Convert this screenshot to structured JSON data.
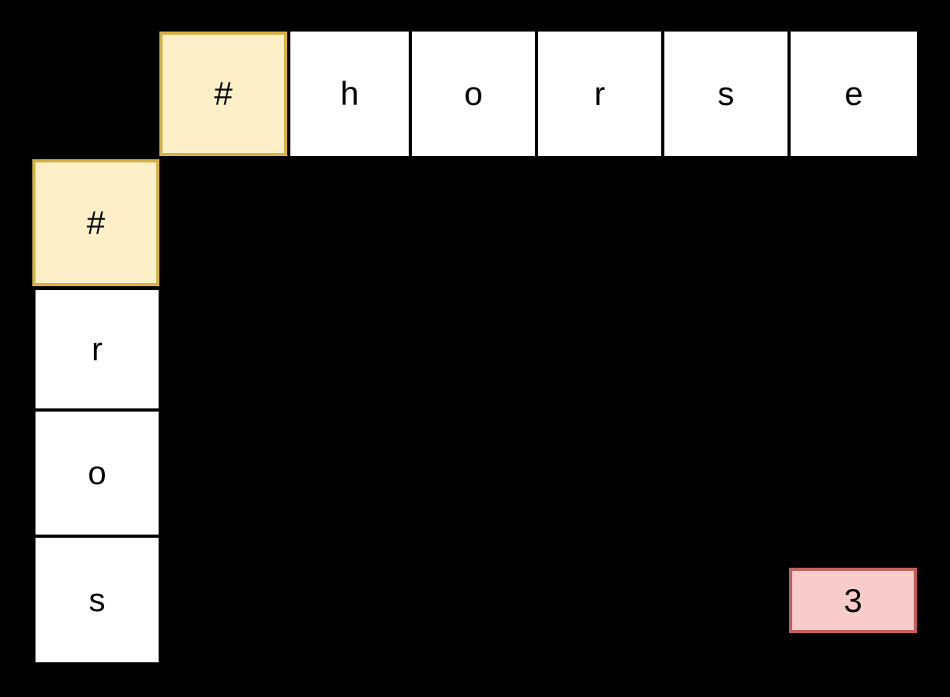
{
  "matrix": {
    "type": "edit-distance-table",
    "source_word": "horse",
    "target_word": "ros",
    "gutter_symbol": "#",
    "columns": [
      {
        "label": "#",
        "kind": "gutter",
        "highlighted": true
      },
      {
        "label": "h",
        "kind": "letter",
        "highlighted": false
      },
      {
        "label": "o",
        "kind": "letter",
        "highlighted": false
      },
      {
        "label": "r",
        "kind": "letter",
        "highlighted": false
      },
      {
        "label": "s",
        "kind": "letter",
        "highlighted": false
      },
      {
        "label": "e",
        "kind": "letter",
        "highlighted": false
      }
    ],
    "rows": [
      {
        "label": "#",
        "kind": "gutter",
        "highlighted": true
      },
      {
        "label": "r",
        "kind": "letter",
        "highlighted": false
      },
      {
        "label": "o",
        "kind": "letter",
        "highlighted": false
      },
      {
        "label": "s",
        "kind": "letter",
        "highlighted": false
      }
    ],
    "result": {
      "value": "3",
      "row_label": "s",
      "column_label": "e"
    }
  },
  "colors": {
    "background": "#000000",
    "cell_fill": "#ffffff",
    "cell_text": "#000000",
    "highlight_fill": "#fdefc8",
    "highlight_border": "#d6b243",
    "result_fill": "#f7cccb",
    "result_border": "#c1605c"
  }
}
